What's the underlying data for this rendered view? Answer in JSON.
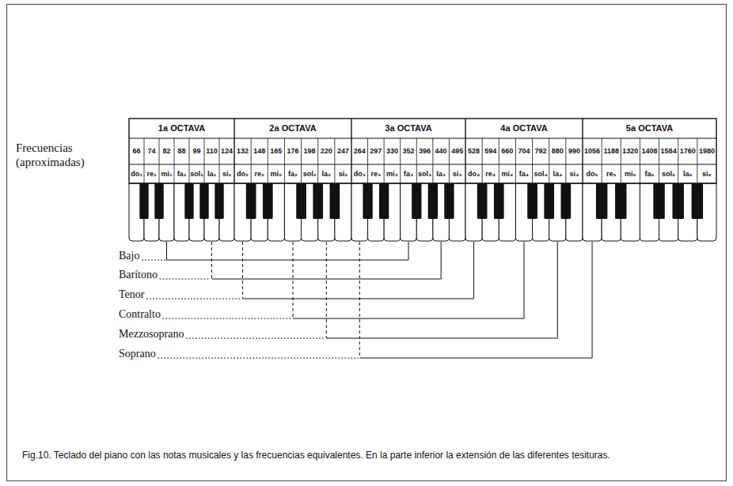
{
  "diagram": {
    "caption": "Fig.10. Teclado del piano con las notas musicales y las frecuencias equivalentes. En la parte inferior la extensión de las diferentes tesituras.",
    "labels": [
      "Frecuencias (aproximadas)",
      "1a OCTAVA",
      "2a OCTAVA",
      "3a OCTAVA",
      "4a OCTAVA",
      "5a OCTAVA",
      "66",
      "74",
      "82",
      "88",
      "99",
      "110",
      "124",
      "132",
      "148",
      "165",
      "176",
      "198",
      "220",
      "247",
      "264",
      "297",
      "330",
      "352",
      "396",
      "440",
      "495",
      "528",
      "594",
      "660",
      "704",
      "792",
      "880",
      "990",
      "1056",
      "1188",
      "1320",
      "1408",
      "1584",
      "1760",
      "1980",
      "do₁",
      "re₁",
      "mi₁",
      "fa₁",
      "sol₁",
      "la₁",
      "si₁",
      "do₂",
      "re₂",
      "mi₂",
      "fa₂",
      "sol₂",
      "la₂",
      "si₂",
      "do₃",
      "re₃",
      "mi₃",
      "fa₃",
      "sol₃",
      "la₃",
      "si₃",
      "do₄",
      "re₄",
      "mi₄",
      "fa₄",
      "sol₄",
      "la₄",
      "si₄",
      "do₅",
      "re₅",
      "mi₅",
      "fa₅",
      "sol₅",
      "la₅",
      "si₅",
      "Bajo",
      "Barítono",
      "Tenor",
      "Contralto",
      "Mezzosoprano",
      "Soprano"
    ]
  }
}
